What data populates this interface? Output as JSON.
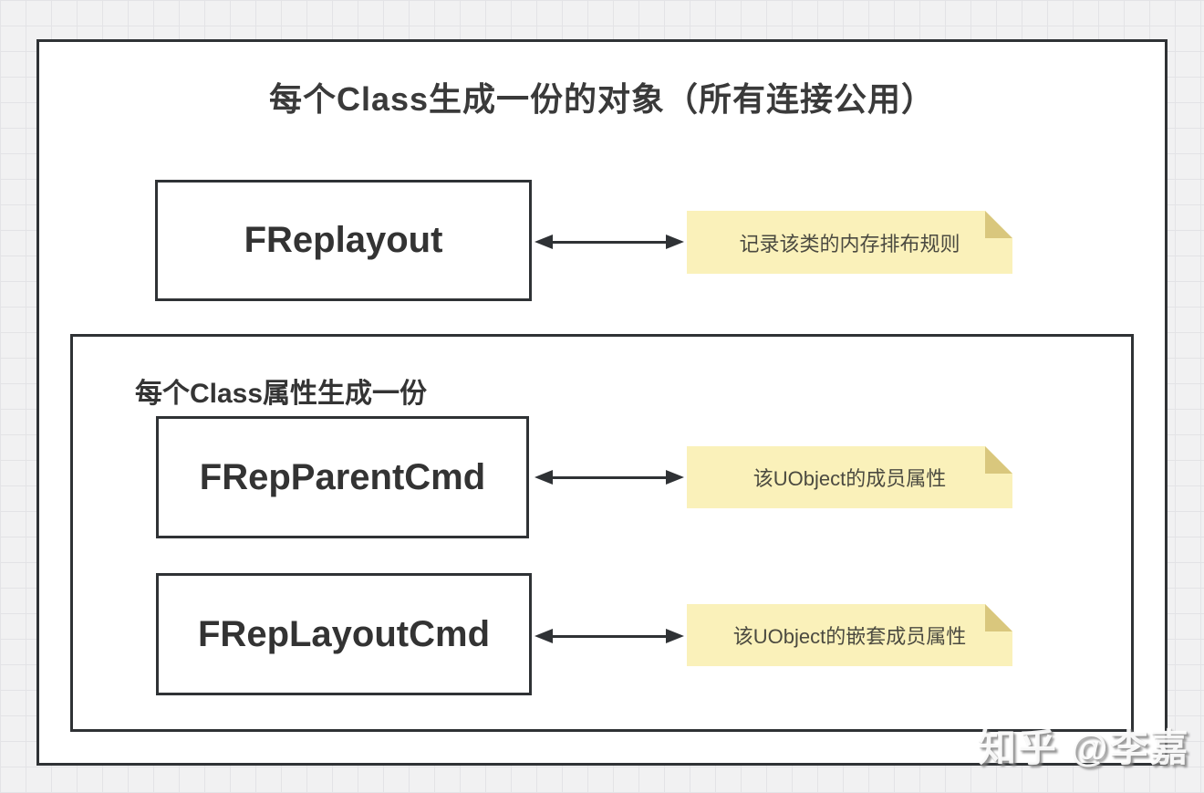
{
  "title": "每个Class生成一份的对象（所有连接公用）",
  "inner_group_label": "每个Class属性生成一份",
  "rows": [
    {
      "class_name": "FReplayout",
      "note": "记录该类的内存排布规则"
    },
    {
      "class_name": "FRepParentCmd",
      "note": "该UObject的成员属性"
    },
    {
      "class_name": "FRepLayoutCmd",
      "note": "该UObject的嵌套成员属性"
    }
  ],
  "watermark": "知乎 @李嘉",
  "colors": {
    "background": "#F1F1F2",
    "grid_line": "#E3E3E6",
    "box_border": "#2F3235",
    "box_fill": "#FFFFFF",
    "note_fill": "#FAF1BA",
    "note_fold": "#D9C77D",
    "text": "#333333",
    "note_text": "#4B4A40"
  }
}
